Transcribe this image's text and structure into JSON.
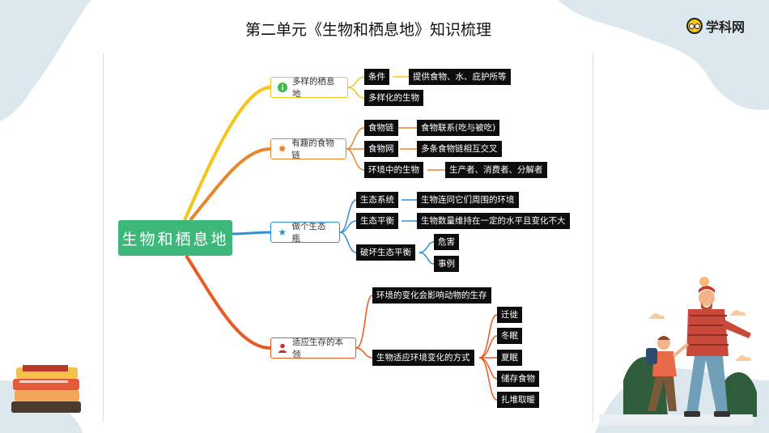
{
  "page": {
    "title": "第二单元《生物和栖息地》知识梳理"
  },
  "logo": {
    "text": "学科网",
    "icon": "owl-glasses-icon"
  },
  "mindmap": {
    "root": "生物和栖息地",
    "colors": {
      "root": "#3db87a",
      "branch1": "#f5c518",
      "branch2": "#e8862e",
      "branch3": "#2f8fcf",
      "branch4": "#e85a22"
    },
    "branches": [
      {
        "label": "多样的栖息地",
        "icon": "info-icon",
        "nodes": [
          {
            "label": "条件",
            "children": [
              {
                "label": "提供食物、水、庇护所等"
              }
            ]
          },
          {
            "label": "多样化的生物"
          }
        ]
      },
      {
        "label": "有趣的食物链",
        "icon": "gear-icon",
        "nodes": [
          {
            "label": "食物链",
            "children": [
              {
                "label": "食物联系(吃与被吃)"
              }
            ]
          },
          {
            "label": "食物网",
            "children": [
              {
                "label": "多条食物链相互交叉"
              }
            ]
          },
          {
            "label": "环境中的生物",
            "children": [
              {
                "label": "生产者、消费者、分解者"
              }
            ]
          }
        ]
      },
      {
        "label": "做个生态瓶",
        "icon": "star-icon",
        "nodes": [
          {
            "label": "生态系统",
            "children": [
              {
                "label": "生物连同它们周围的环境"
              }
            ]
          },
          {
            "label": "生态平衡",
            "children": [
              {
                "label": "生物数量维持在一定的水平且变化不大"
              }
            ]
          },
          {
            "label": "破坏生态平衡",
            "children": [
              {
                "label": "危害"
              },
              {
                "label": "事例"
              }
            ]
          }
        ]
      },
      {
        "label": "适应生存的本领",
        "icon": "person-icon",
        "nodes": [
          {
            "label": "环境的变化会影响动物的生存"
          },
          {
            "label": "生物适应环境变化的方式",
            "children": [
              {
                "label": "迁徙"
              },
              {
                "label": "冬眠"
              },
              {
                "label": "夏眠"
              },
              {
                "label": "储存食物"
              },
              {
                "label": "扎堆取暖"
              }
            ]
          }
        ]
      }
    ]
  }
}
